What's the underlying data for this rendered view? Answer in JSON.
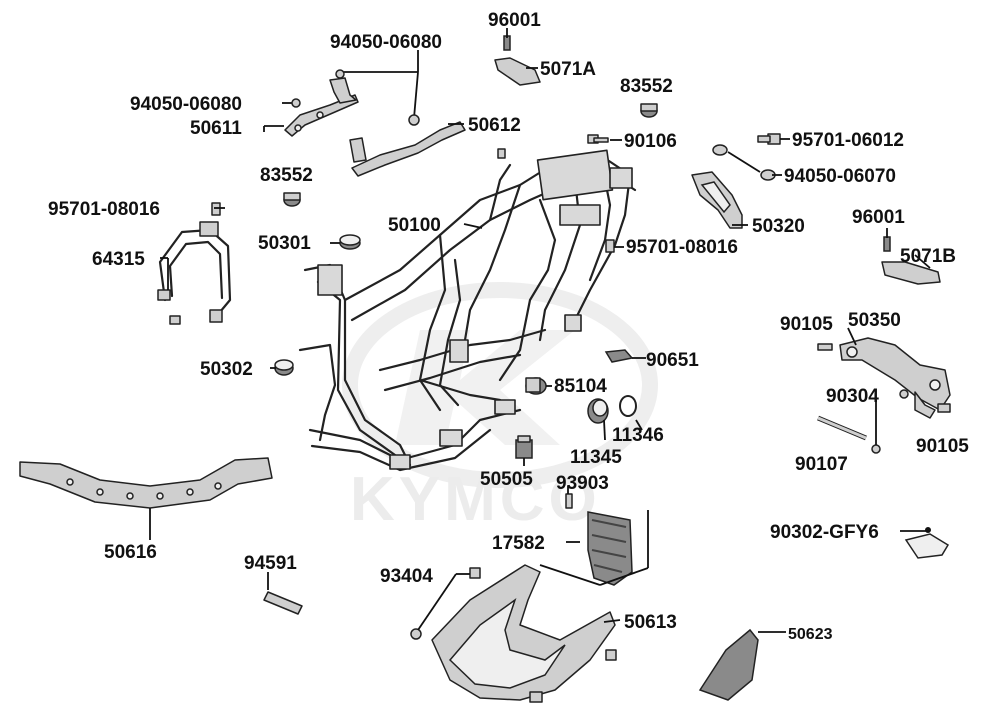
{
  "watermark": "KYMCO",
  "labels": {
    "l96001a": "96001",
    "l5071a": "5071A",
    "l94050_06080_top": "94050-06080",
    "l94050_06080_left": "94050-06080",
    "l83552_top": "83552",
    "l50611": "50611",
    "l50612": "50612",
    "l90106": "90106",
    "l95701_06012": "95701-06012",
    "l94050_06070": "94050-06070",
    "l83552_mid": "83552",
    "l95701_08016_left": "95701-08016",
    "l50100": "50100",
    "l50320": "50320",
    "l96001b": "96001",
    "l5071b": "5071B",
    "l50301": "50301",
    "l95701_08016_right": "95701-08016",
    "l64315": "64315",
    "l90105_top": "90105",
    "l50350": "50350",
    "l90651": "90651",
    "l50302": "50302",
    "l85104": "85104",
    "l90304": "90304",
    "l11346": "11346",
    "l90107": "90107",
    "l90105_bot": "90105",
    "l11345": "11345",
    "l50505": "50505",
    "l93903": "93903",
    "l90302_gfy6": "90302-GFY6",
    "l50616": "50616",
    "l17582": "17582",
    "l94591": "94591",
    "l93404": "93404",
    "l50613": "50613",
    "l50623": "50623"
  },
  "colors": {
    "ink": "#111111",
    "part_fill": "#cfcfcf",
    "watermark": "#ececec"
  }
}
